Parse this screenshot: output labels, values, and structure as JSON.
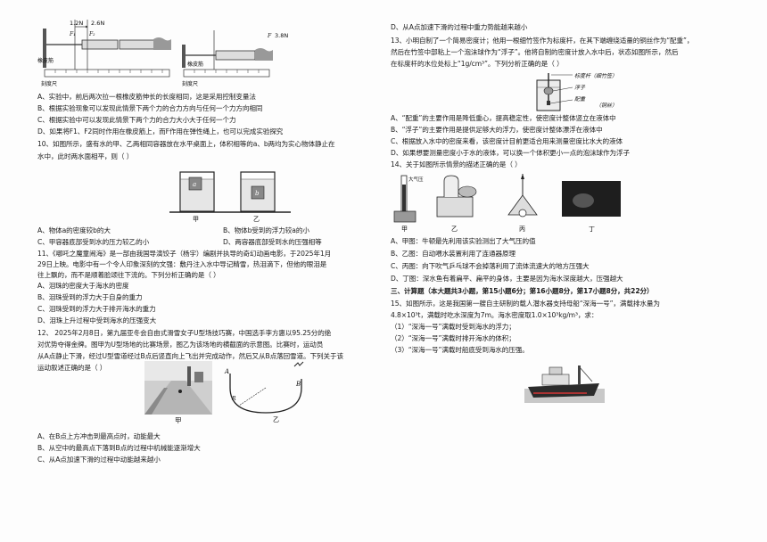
{
  "left": {
    "fig9": {
      "f1": "1.2N",
      "f2": "2.6N",
      "f_label1": "F₁",
      "f_label2": "F₂",
      "f3": "3.8N",
      "f_label3": "F",
      "band_label_a": "橡皮筋",
      "band_label_b": "橡皮筋",
      "ruler_a": "刻度尺",
      "ruler_b": "刻度尺"
    },
    "q9_opts": [
      "A、实验中，前后两次拉一根橡皮筋伸长的长度相同，这是采用控制变量法",
      "B、根据实验现象可以发现此情景下两个力的合力方向与任何一个力方向相同",
      "C、根据实验中可以发现此情景下两个力的合力大小大于任何一个力",
      "D、如果将F1、F2同时作用在橡皮筋上，而F作用在弹性绳上，也可以完成实验探究"
    ],
    "q10_stem": [
      "10、如图所示，盛有水的甲、乙两相同容器放在水平桌面上，体积相等的a、b两均为实心物体静止在",
      "水中，此时两水面相平，则（        ）"
    ],
    "q10_fig": {
      "a": "a",
      "b": "b",
      "jia": "甲",
      "yi": "乙"
    },
    "q10_opts": [
      [
        "A、物体a的密度较b的大",
        "B、物体b受到的浮力较a的小"
      ],
      [
        "C、甲容器底部受到水的压力较乙的小",
        "D、两容器底部受到水的压强相等"
      ]
    ],
    "q11_stem": [
      "11、《哪吒之魔童闹海》是一部由我国导演饺子（杨宇）编剧并执导的奇幻动画电影，于2025年1月",
      "29日上映。电影中有一个令人印象深刻的文强：敷丹注入水中导记精雪，热泪滴下，但他的眼泪是",
      "往上飘的，而不是顺着脸颂往下流的。下列分析正确的是（        ）"
    ],
    "q11_opts": [
      "A、泪珠的密度大于海水的密度",
      "B、泪珠受到的浮力大于自身的重力",
      "C、泪珠受到的浮力大于排开海水的重力",
      "D、泪珠上升过程中受到海水的压强变大"
    ],
    "q12_stem": [
      "12、 2025年2月8日，第九届亚冬会自由式滑雪女子U型场技巧赛，中国选手李方惠以95.25分的绝",
      "对优势夺得金牌。图甲为U型场地的比赛场景，图乙为该场地的横截面的示意图。比赛时，运动员",
      "从A点静止下滑，经过U型雪道经过B点后竖直向上飞出并完成动作，然后又从B点落回雪道。下列关于该",
      "运动叙述正确的是（        ）"
    ],
    "q12_fig": {
      "jia": "甲",
      "yi": "乙",
      "A": "A",
      "B": "B",
      "R": "R"
    },
    "q12_opts": [
      "A、在B点上方冲击到最高点时，动能最大",
      "B、从空中的最高点下落到B点的过程中机械能逐渐增大",
      "C、从A点加速下滑的过程中动能越来越小"
    ]
  },
  "right": {
    "q12_d": "D、从A点加速下滑的过程中重力势能越来越小",
    "q13_stem": [
      "13、小明自制了一个简易密度计；他用一根细竹签作为标度杆，在其下端缠绕适量的铜丝作为“配重”，",
      "然后在竹签中部粘上一个泡沫球作为“浮子”。他将自制的密度计放入水中后，状态如图所示，然后",
      "在标度杆的水位处标上“1g/cm³”。下列分析正确的是（        ）"
    ],
    "q13_fig": {
      "label1": "标度杆（细竹签）",
      "label2": "浮子",
      "label3": "配重",
      "label4": "（铜丝）"
    },
    "q13_opts": [
      "A、“配重”的主要作用是降低重心，提高稳定性，使密度计整体竖立在液体中",
      "B、“浮子”的主要作用是提供足够大的浮力，使密度计整体漂浮在液体中",
      "C、根据放入水中的密度来看，该密度计目前更适合用来测量密度比水大的液体",
      "D、如果想要测量密度小于水的液体，可以换一个体积更小一点的泡沫球作为浮子"
    ],
    "q14_stem": "14、关于如图所示情景的描述正确的是（        ）",
    "q14_fig": {
      "jia": "甲",
      "yi": "乙",
      "bing": "丙",
      "ding": "丁",
      "atm": "大气压"
    },
    "q14_opts": [
      "A、甲图：牛顿最先利用该实验测出了大气压的值",
      "B、乙图：自动喂水装置利用了连通器原理",
      "C、丙图：向下吹气乒乓球不会掉落利用了流体流速大的地方压强大",
      "D、丁图：深水鱼有着扁平、扁平的身体，主要是因为海水深度越大，压强越大"
    ],
    "section3": "三、计算题（本大题共3小题，第15小题6分；第16小题8分，第17小题8分，共22分）",
    "q15_stem": [
      "15、如图所示，这是我国第一艘自主研制的载人潜水器支持母船“深海一号”，满载排水量为",
      "4.8×10³t，满载时吃水深度为7m。海水密度取1.0×10³kg/m³，求："
    ],
    "q15_items": [
      "（1）“深海一号”满载时受到海水的浮力；",
      "（2）“深海一号”满载时排开海水的体积；",
      "（3）“深海一号”满载时船底受到海水的压强。"
    ]
  }
}
